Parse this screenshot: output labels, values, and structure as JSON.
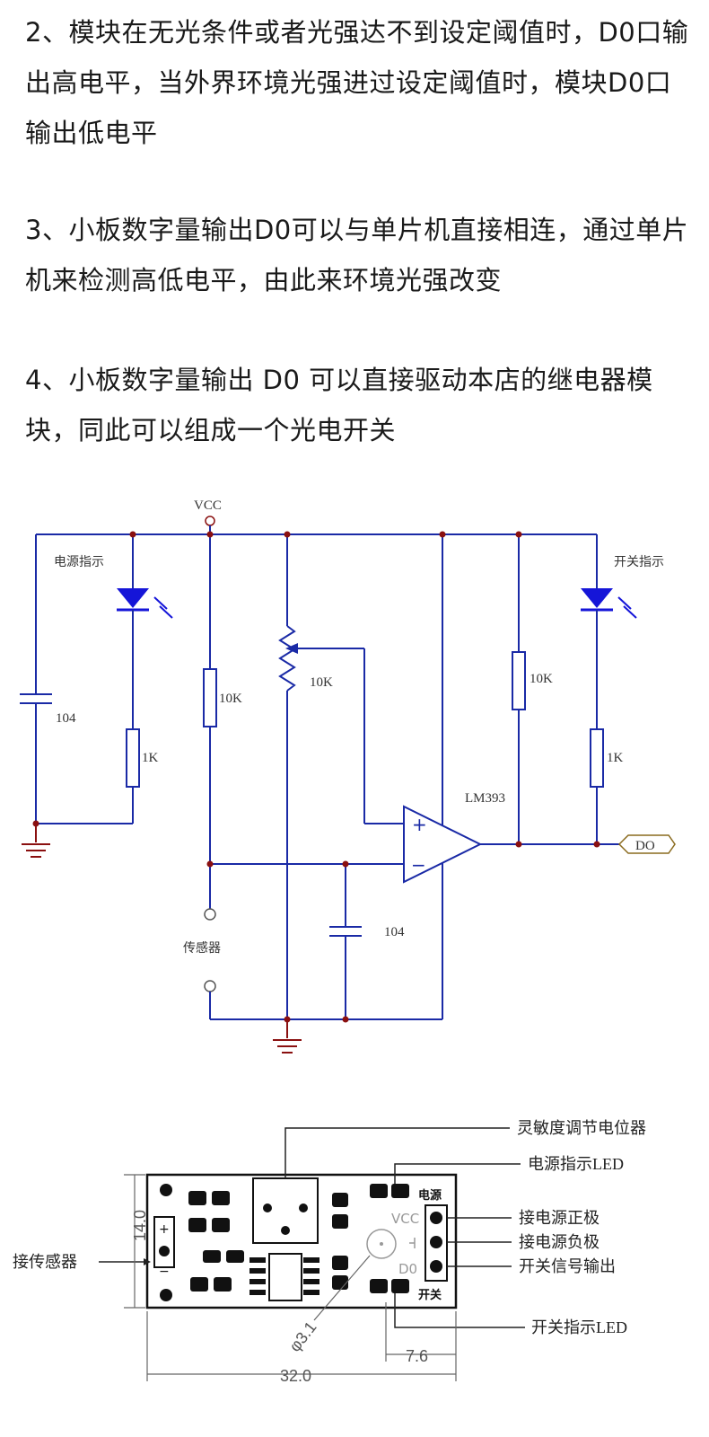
{
  "text": {
    "p2": "2、模块在无光条件或者光强达不到设定阈值时，D0口输出高电平，当外界环境光强进过设定阈值时，模块D0口输出低电平",
    "p3": "3、小板数字量输出D0可以与单片机直接相连，通过单片机来检测高低电平，由此来环境光强改变",
    "p4": "4、小板数字量输出 D0 可以直接驱动本店的继电器模块，同此可以组成一个光电开关"
  },
  "schematic": {
    "vcc": "VCC",
    "power_led": "电源指示",
    "switch_led": "开关指示",
    "c1": "104",
    "r_1k_left": "1K",
    "r_10k_left": "10K",
    "pot_10k": "10K",
    "r_10k_right": "10K",
    "r_1k_right": "1K",
    "chip": "LM393",
    "out": "DO",
    "plus": "+",
    "minus": "−",
    "sensor": "传感器",
    "c2": "104"
  },
  "board": {
    "pot": "灵敏度调节电位器",
    "power_led": "电源指示LED",
    "vcc_pos": "接电源正极",
    "gnd": "接电源负极",
    "sig_out": "开关信号输出",
    "switch_led": "开关指示LED",
    "sensor_conn": "接传感器",
    "silk_power": "电源",
    "silk_switch": "开关",
    "silk_vcc": "VCC",
    "silk_d0": "D0",
    "dim_height": "14.0",
    "dim_width": "32.0",
    "dim_pin": "7.6",
    "dim_hole": "φ3.1"
  }
}
